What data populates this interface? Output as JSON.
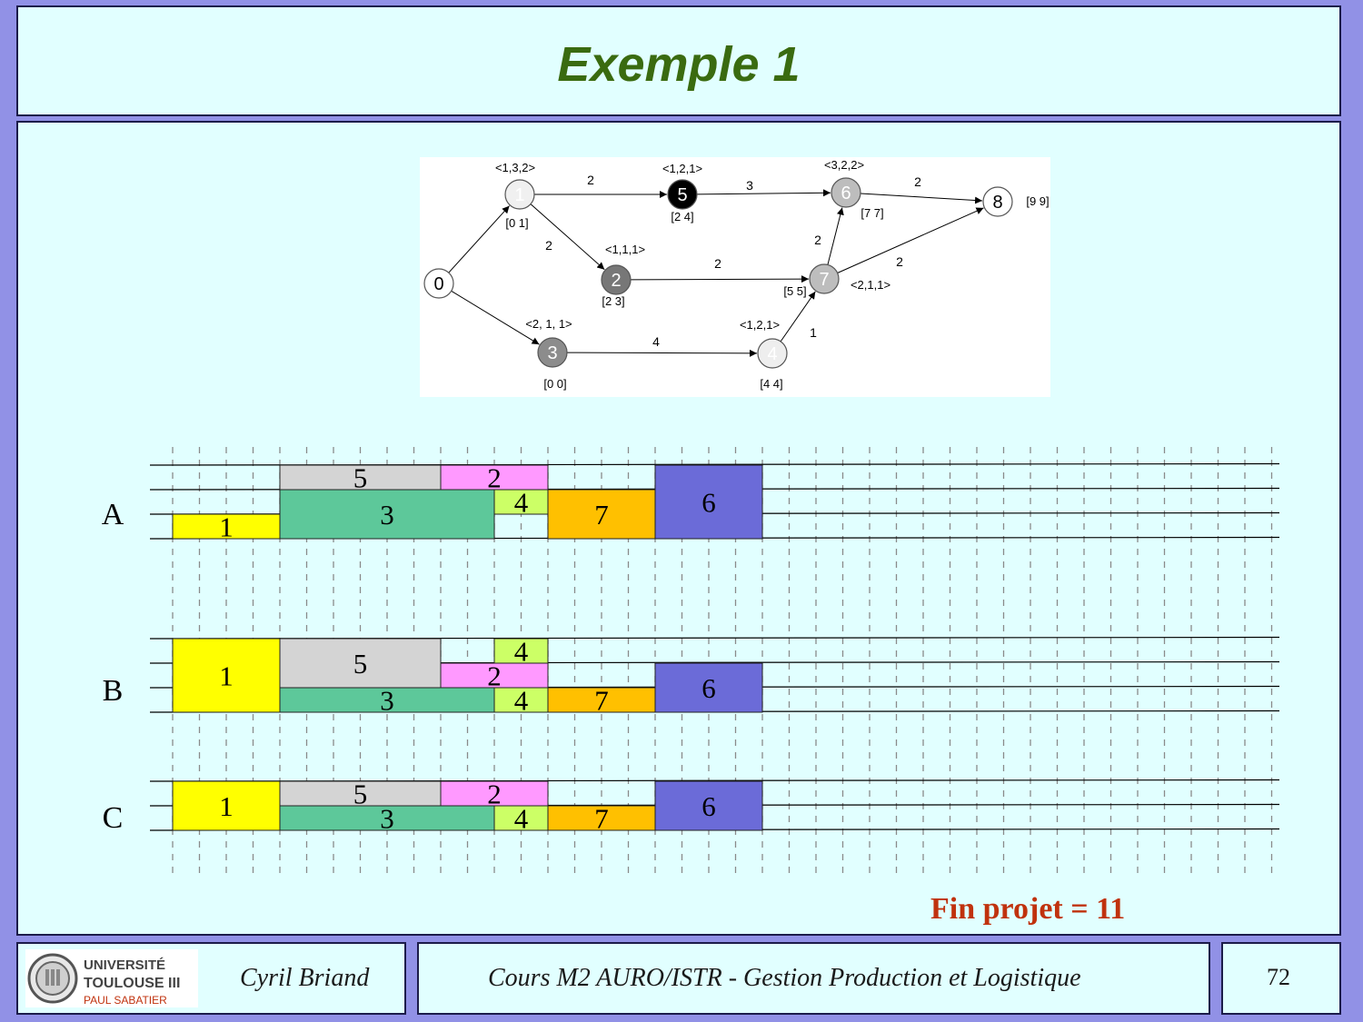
{
  "title": "Exemple 1",
  "network": {
    "nodes": [
      {
        "id": "0",
        "fill": "#ffffff",
        "text_color": "#000000",
        "attrs": "",
        "window": ""
      },
      {
        "id": "1",
        "fill": "#f0f0f0",
        "text_color": "#ffffff",
        "attrs": "<1,3,2>",
        "window": "[0 1]"
      },
      {
        "id": "2",
        "fill": "#777777",
        "text_color": "#ffffff",
        "attrs": "<1,1,1>",
        "window": "[2 3]"
      },
      {
        "id": "3",
        "fill": "#8c8c8c",
        "text_color": "#ffffff",
        "attrs": "<2, 1, 1>",
        "window": "[0 0]"
      },
      {
        "id": "4",
        "fill": "#eeeeee",
        "text_color": "#ffffff",
        "attrs": "<1,2,1>",
        "window": "[4 4]"
      },
      {
        "id": "5",
        "fill": "#000000",
        "text_color": "#ffffff",
        "attrs": "<1,2,1>",
        "window": "[2 4]"
      },
      {
        "id": "6",
        "fill": "#bdbdbd",
        "text_color": "#ffffff",
        "attrs": "<3,2,2>",
        "window": "[7 7]"
      },
      {
        "id": "7",
        "fill": "#bdbdbd",
        "text_color": "#ffffff",
        "attrs": "<2,1,1>",
        "window": "[5 5]"
      },
      {
        "id": "8",
        "fill": "#ffffff",
        "text_color": "#000000",
        "attrs": "",
        "window": "[9 9]"
      }
    ],
    "arcs": [
      {
        "from": "0",
        "to": "1",
        "weight": ""
      },
      {
        "from": "0",
        "to": "3",
        "weight": ""
      },
      {
        "from": "1",
        "to": "5",
        "weight": "2"
      },
      {
        "from": "1",
        "to": "2",
        "weight": "2"
      },
      {
        "from": "5",
        "to": "6",
        "weight": "3"
      },
      {
        "from": "6",
        "to": "8",
        "weight": "2"
      },
      {
        "from": "2",
        "to": "7",
        "weight": "2"
      },
      {
        "from": "7",
        "to": "6",
        "weight": "2"
      },
      {
        "from": "7",
        "to": "8",
        "weight": "2"
      },
      {
        "from": "3",
        "to": "4",
        "weight": "4"
      },
      {
        "from": "4",
        "to": "7",
        "weight": "1"
      }
    ]
  },
  "gantt": {
    "task_colors": {
      "1": "#ffff00",
      "2": "#ff99ff",
      "3": "#5dc89a",
      "4": "#ccff66",
      "5": "#d4d4d4",
      "6": "#6b6bd8",
      "7": "#ffc000"
    },
    "charts": [
      {
        "label": "A",
        "capacity": 3,
        "blocks": [
          {
            "task": "1",
            "start": 0,
            "end": 2,
            "lane": 0,
            "height": 1
          },
          {
            "task": "3",
            "start": 2,
            "end": 6,
            "lane": 0,
            "height": 2
          },
          {
            "task": "5",
            "start": 2,
            "end": 5,
            "lane": 2,
            "height": 1
          },
          {
            "task": "2",
            "start": 5,
            "end": 7,
            "lane": 2,
            "height": 1
          },
          {
            "task": "4",
            "start": 6,
            "end": 7,
            "lane": 1,
            "height": 1
          },
          {
            "task": "7",
            "start": 7,
            "end": 9,
            "lane": 0,
            "height": 2
          },
          {
            "task": "6",
            "start": 9,
            "end": 11,
            "lane": 0,
            "height": 3
          }
        ]
      },
      {
        "label": "B",
        "capacity": 3,
        "blocks": [
          {
            "task": "1",
            "start": 0,
            "end": 2,
            "lane": 0,
            "height": 3
          },
          {
            "task": "3",
            "start": 2,
            "end": 6,
            "lane": 0,
            "height": 1
          },
          {
            "task": "5",
            "start": 2,
            "end": 5,
            "lane": 1,
            "height": 2
          },
          {
            "task": "2",
            "start": 5,
            "end": 7,
            "lane": 1,
            "height": 1
          },
          {
            "task": "4",
            "start": 6,
            "end": 7,
            "lane": 2,
            "height": 1
          },
          {
            "task": "4",
            "start": 6,
            "end": 7,
            "lane": 0,
            "height": 1
          },
          {
            "task": "7",
            "start": 7,
            "end": 9,
            "lane": 0,
            "height": 1
          },
          {
            "task": "6",
            "start": 9,
            "end": 11,
            "lane": 0,
            "height": 2
          }
        ]
      },
      {
        "label": "C",
        "capacity": 2,
        "blocks": [
          {
            "task": "1",
            "start": 0,
            "end": 2,
            "lane": 0,
            "height": 2
          },
          {
            "task": "3",
            "start": 2,
            "end": 6,
            "lane": 0,
            "height": 1
          },
          {
            "task": "5",
            "start": 2,
            "end": 5,
            "lane": 1,
            "height": 1
          },
          {
            "task": "2",
            "start": 5,
            "end": 7,
            "lane": 1,
            "height": 1
          },
          {
            "task": "4",
            "start": 6,
            "end": 7,
            "lane": 0,
            "height": 1
          },
          {
            "task": "7",
            "start": 7,
            "end": 9,
            "lane": 0,
            "height": 1
          },
          {
            "task": "6",
            "start": 9,
            "end": 11,
            "lane": 0,
            "height": 2
          }
        ]
      }
    ]
  },
  "fin_projet": "Fin projet = 11",
  "footer": {
    "logo_line1": "UNIVERSITÉ",
    "logo_line2": "TOULOUSE III",
    "logo_line3": "PAUL SABATIER",
    "author": "Cyril Briand",
    "course": "Cours M2 AURO/ISTR - Gestion Production et Logistique",
    "page": "72"
  }
}
